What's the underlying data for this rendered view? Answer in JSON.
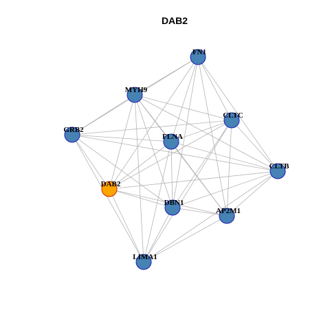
{
  "title": "DAB2",
  "colors": {
    "node_fill": "#4682B4",
    "node_stroke": "#1a1ab4",
    "highlight_fill": "#FFA500",
    "highlight_stroke": "#cc2200",
    "edge": "#b4b4b4"
  },
  "nodes": [
    {
      "id": "FN1",
      "label": "FN1",
      "highlight": false
    },
    {
      "id": "MYH9",
      "label": "MYH9",
      "highlight": false
    },
    {
      "id": "CLTC",
      "label": "CLTC",
      "highlight": false
    },
    {
      "id": "GRB2",
      "label": "GRB2",
      "highlight": false
    },
    {
      "id": "FLNA",
      "label": "FLNA",
      "highlight": false
    },
    {
      "id": "CLTB",
      "label": "CLTB",
      "highlight": false
    },
    {
      "id": "DAB2",
      "label": "DAB2",
      "highlight": true
    },
    {
      "id": "DBN1",
      "label": "DBN1",
      "highlight": false
    },
    {
      "id": "AP2M1",
      "label": "AP2M1",
      "highlight": false
    },
    {
      "id": "LIMA1",
      "label": "LIMA1",
      "highlight": false
    }
  ],
  "edges": [
    [
      "FN1",
      "MYH9"
    ],
    [
      "FN1",
      "CLTC"
    ],
    [
      "FN1",
      "GRB2"
    ],
    [
      "FN1",
      "FLNA"
    ],
    [
      "FN1",
      "CLTB"
    ],
    [
      "FN1",
      "DAB2"
    ],
    [
      "FN1",
      "DBN1"
    ],
    [
      "FN1",
      "AP2M1"
    ],
    [
      "MYH9",
      "CLTC"
    ],
    [
      "MYH9",
      "GRB2"
    ],
    [
      "MYH9",
      "FLNA"
    ],
    [
      "MYH9",
      "CLTB"
    ],
    [
      "MYH9",
      "DAB2"
    ],
    [
      "MYH9",
      "DBN1"
    ],
    [
      "MYH9",
      "AP2M1"
    ],
    [
      "MYH9",
      "LIMA1"
    ],
    [
      "CLTC",
      "GRB2"
    ],
    [
      "CLTC",
      "FLNA"
    ],
    [
      "CLTC",
      "CLTB"
    ],
    [
      "CLTC",
      "DAB2"
    ],
    [
      "CLTC",
      "DBN1"
    ],
    [
      "CLTC",
      "AP2M1"
    ],
    [
      "CLTC",
      "LIMA1"
    ],
    [
      "GRB2",
      "FLNA"
    ],
    [
      "GRB2",
      "CLTB"
    ],
    [
      "GRB2",
      "DAB2"
    ],
    [
      "GRB2",
      "DBN1"
    ],
    [
      "GRB2",
      "LIMA1"
    ],
    [
      "FLNA",
      "CLTB"
    ],
    [
      "FLNA",
      "DAB2"
    ],
    [
      "FLNA",
      "DBN1"
    ],
    [
      "FLNA",
      "AP2M1"
    ],
    [
      "FLNA",
      "LIMA1"
    ],
    [
      "CLTB",
      "DAB2"
    ],
    [
      "CLTB",
      "DBN1"
    ],
    [
      "CLTB",
      "AP2M1"
    ],
    [
      "CLTB",
      "LIMA1"
    ],
    [
      "DAB2",
      "DBN1"
    ],
    [
      "DAB2",
      "AP2M1"
    ],
    [
      "DAB2",
      "LIMA1"
    ],
    [
      "DBN1",
      "AP2M1"
    ],
    [
      "DBN1",
      "LIMA1"
    ],
    [
      "AP2M1",
      "LIMA1"
    ]
  ]
}
